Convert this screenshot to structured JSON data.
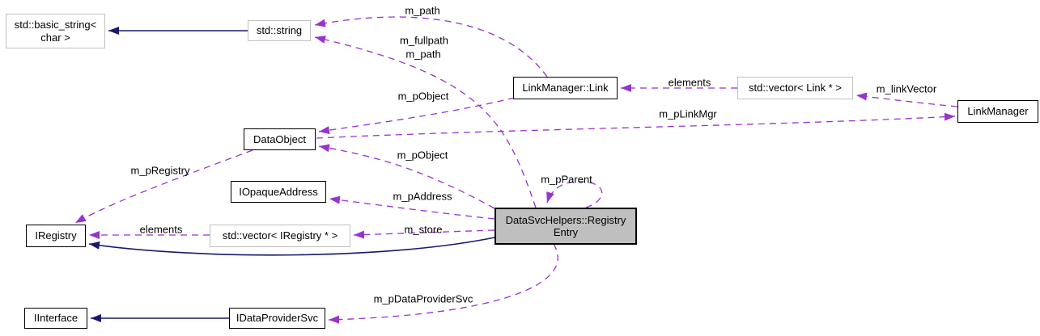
{
  "colors": {
    "usage_edge": "#9a32cd",
    "inheritance_edge": "#191970",
    "highlight_node_fill": "#bfbfbf",
    "template_node_border": "#c0c0c0",
    "node_border": "#000000",
    "background": "#ffffff"
  },
  "nodes": {
    "basic_string": {
      "lines": [
        "std::basic_string<",
        "char >"
      ]
    },
    "std_string": {
      "label": "std::string"
    },
    "link_manager_link": {
      "label": "LinkManager::Link"
    },
    "vector_link": {
      "label": "std::vector< Link * >"
    },
    "link_manager": {
      "label": "LinkManager"
    },
    "data_object": {
      "label": "DataObject"
    },
    "iopaque_address": {
      "label": "IOpaqueAddress"
    },
    "iregistry": {
      "label": "IRegistry"
    },
    "vector_iregistry": {
      "label": "std::vector< IRegistry * >"
    },
    "registry_entry": {
      "lines": [
        "DataSvcHelpers::Registry",
        "Entry"
      ]
    },
    "iinterface": {
      "label": "IInterface"
    },
    "idataprovider_svc": {
      "label": "IDataProviderSvc"
    }
  },
  "edge_labels": {
    "m_path": "m_path",
    "m_fullpath": [
      "m_fullpath",
      "m_path"
    ],
    "m_pobject_link": "m_pObject",
    "m_pobject_entry": "m_pObject",
    "elements_link": "elements",
    "m_linkvector": "m_linkVector",
    "m_plinkmgr": "m_pLinkMgr",
    "m_pregistry": "m_pRegistry",
    "m_paddress": "m_pAddress",
    "m_pparent": "m_pParent",
    "elements_registry": "elements",
    "m_store": "m_store",
    "m_pdataprovidersvc": "m_pDataProviderSvc"
  }
}
